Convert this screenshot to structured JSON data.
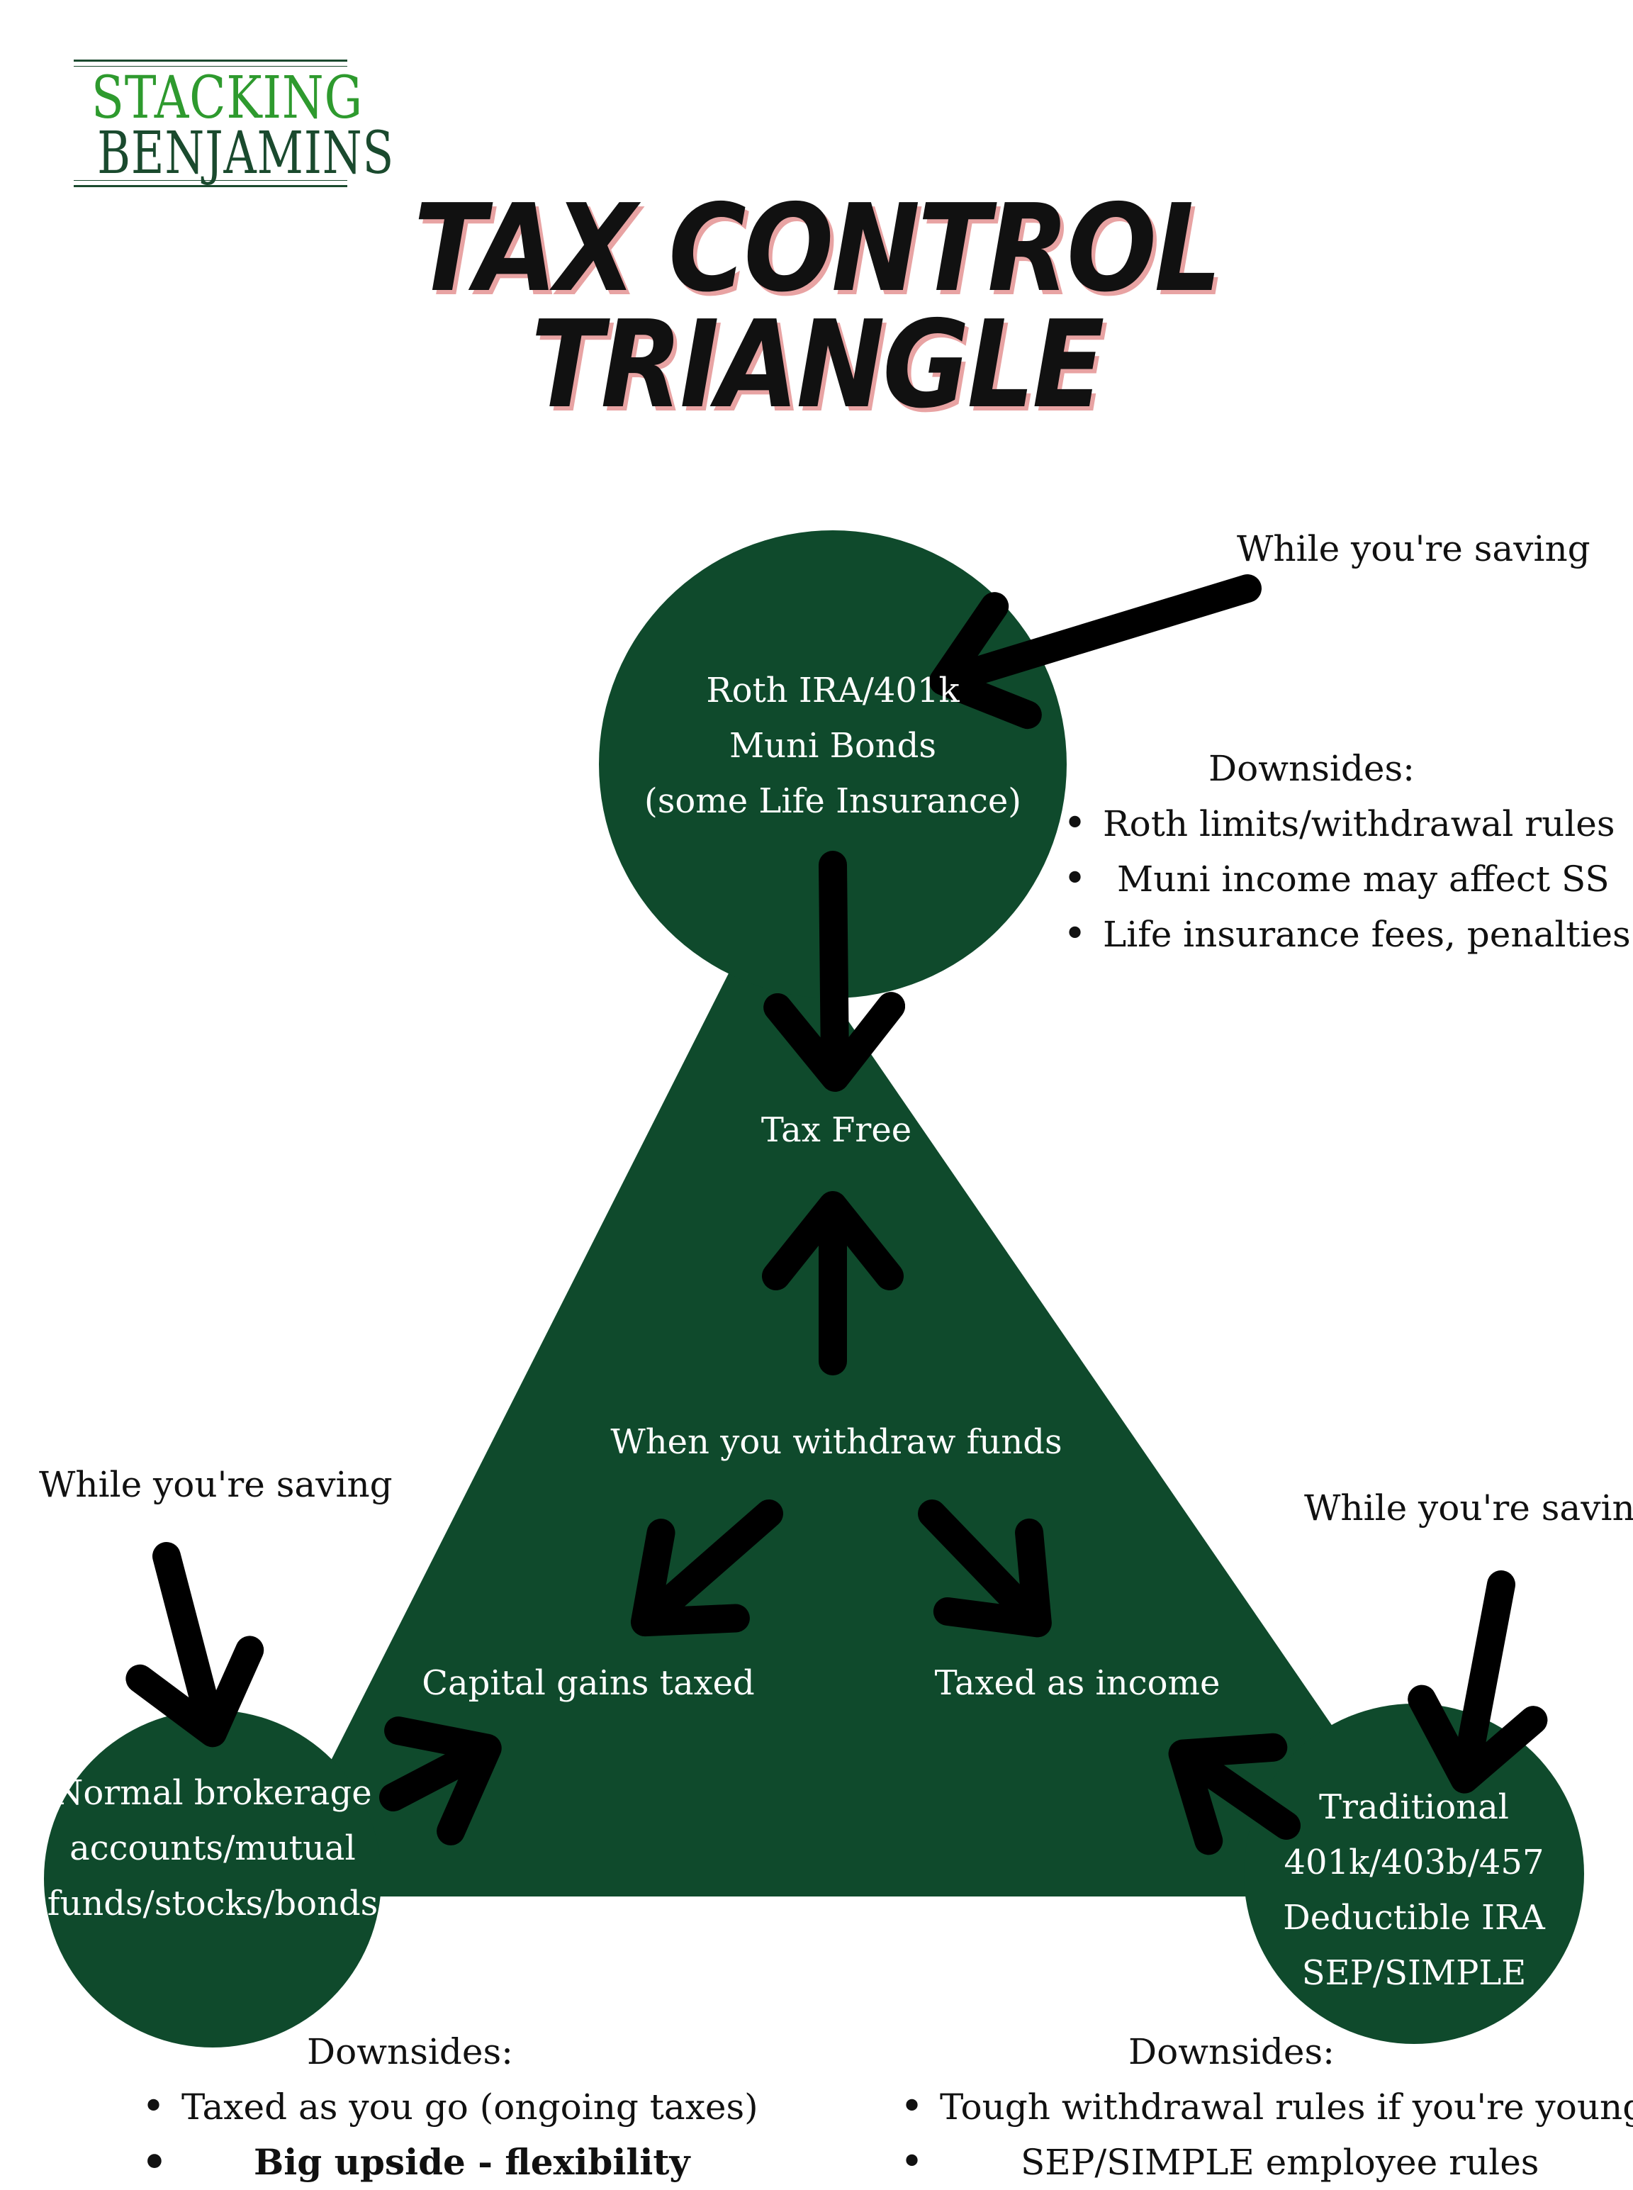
{
  "logo": {
    "line1": "STACKING",
    "line2": "BENJAMINS",
    "color_line1": "#2e9a2e",
    "color_line2": "#1a4a2e"
  },
  "title": {
    "line1": "TAX CONTROL",
    "line2": "TRIANGLE",
    "shadow_color": "#e8a3a3"
  },
  "colors": {
    "shape_fill": "#0f4a2c",
    "arrow": "#000000",
    "text_on_shape": "#ffffff"
  },
  "top_node": {
    "lines": [
      "Roth IRA/401k",
      "Muni Bonds",
      "(some Life Insurance)"
    ]
  },
  "left_node": {
    "lines": [
      "Normal brokerage",
      "accounts/mutual",
      "funds/stocks/bonds"
    ]
  },
  "right_node": {
    "lines": [
      "Traditional",
      "401k/403b/457",
      "Deductible IRA",
      "SEP/SIMPLE"
    ]
  },
  "center": {
    "tax_free": "Tax Free",
    "withdraw": "When you withdraw funds",
    "capital_gains": "Capital gains taxed",
    "taxed_income": "Taxed as income"
  },
  "saving_labels": {
    "top": "While you're saving",
    "left": "While you're saving",
    "right": "While you're saving"
  },
  "downsides_top": {
    "heading": "Downsides:",
    "items": [
      "Roth limits/withdrawal  rules",
      "Muni income may affect SS",
      "Life insurance fees, penalties"
    ]
  },
  "downsides_left": {
    "heading": "Downsides:",
    "items": [
      "Taxed as you go (ongoing taxes)",
      "Big upside - flexibility"
    ]
  },
  "downsides_right": {
    "heading": "Downsides:",
    "items": [
      "Tough withdrawal rules if you're young",
      "SEP/SIMPLE employee rules"
    ]
  }
}
